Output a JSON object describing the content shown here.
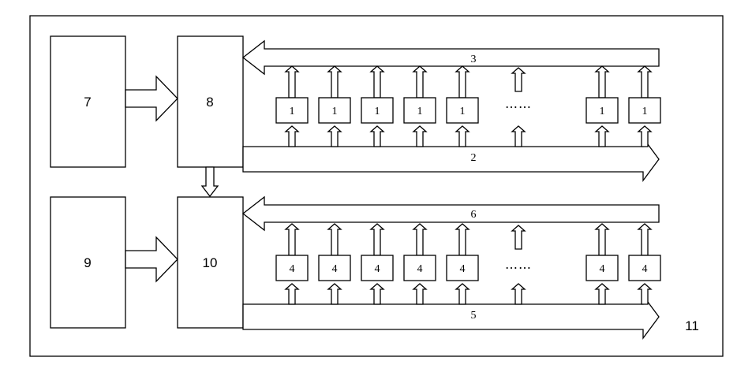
{
  "diagram": {
    "outer_label": "11",
    "top_group": {
      "source_block": "7",
      "controller_block": "8",
      "feedback_bus": "3",
      "output_bus": "2",
      "unit_label": "1",
      "ellipsis": "……"
    },
    "bottom_group": {
      "source_block": "9",
      "controller_block": "10",
      "feedback_bus": "6",
      "output_bus": "5",
      "unit_label": "4",
      "ellipsis": "……"
    }
  }
}
